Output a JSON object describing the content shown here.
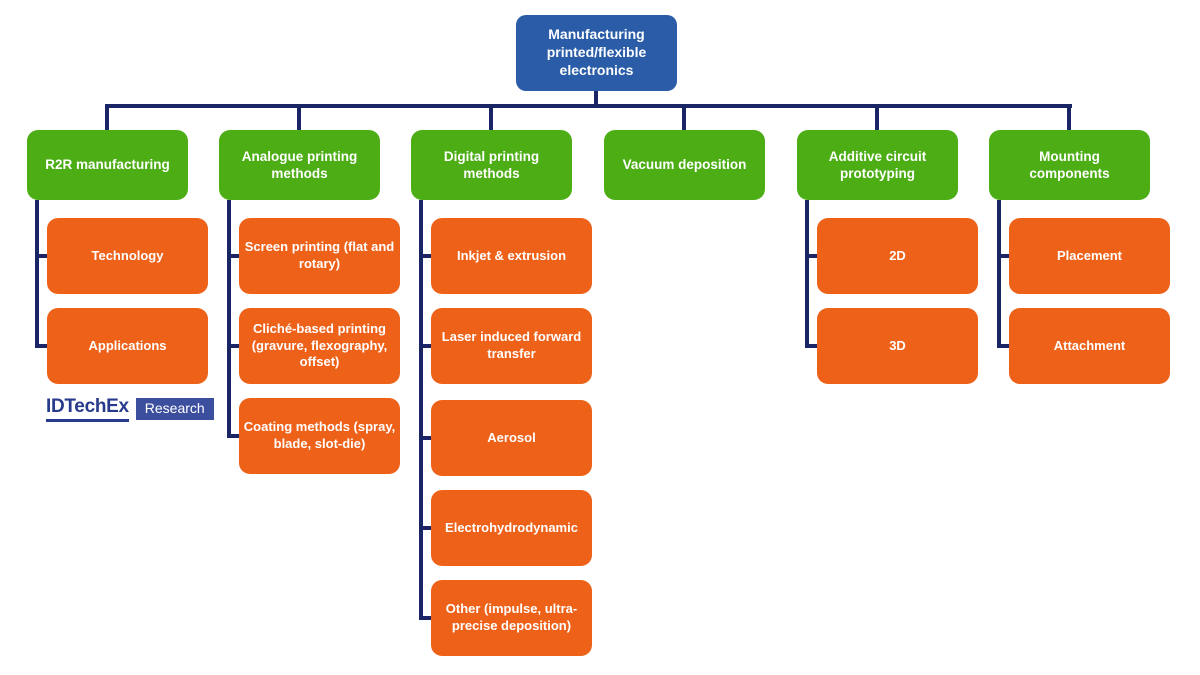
{
  "tree": {
    "root": {
      "label": "Manufacturing printed/flexible electronics"
    },
    "branches": [
      {
        "label": "R2R manufacturing",
        "children": [
          "Technology",
          "Applications"
        ]
      },
      {
        "label": "Analogue printing methods",
        "children": [
          "Screen printing (flat and rotary)",
          "Cliché-based printing (gravure, flexography, offset)",
          "Coating methods (spray, blade, slot-die)"
        ]
      },
      {
        "label": "Digital printing methods",
        "children": [
          "Inkjet & extrusion",
          "Laser induced forward transfer",
          "Aerosol",
          "Electrohydrodynamic",
          "Other (impulse, ultra-precise deposition)"
        ]
      },
      {
        "label": "Vacuum deposition",
        "children": []
      },
      {
        "label": "Additive circuit prototyping",
        "children": [
          "2D",
          "3D"
        ]
      },
      {
        "label": "Mounting components",
        "children": [
          "Placement",
          "Attachment"
        ]
      }
    ]
  },
  "logo": {
    "brand": "IDTechEx",
    "suffix": "Research"
  },
  "colors": {
    "root_blue": "#2A5CA8",
    "branch_green": "#4DAD15",
    "child_orange": "#EE6119",
    "connector_navy": "#1A2566",
    "logo_navy": "#283A8C",
    "badge_blue": "#3C4F9E"
  }
}
